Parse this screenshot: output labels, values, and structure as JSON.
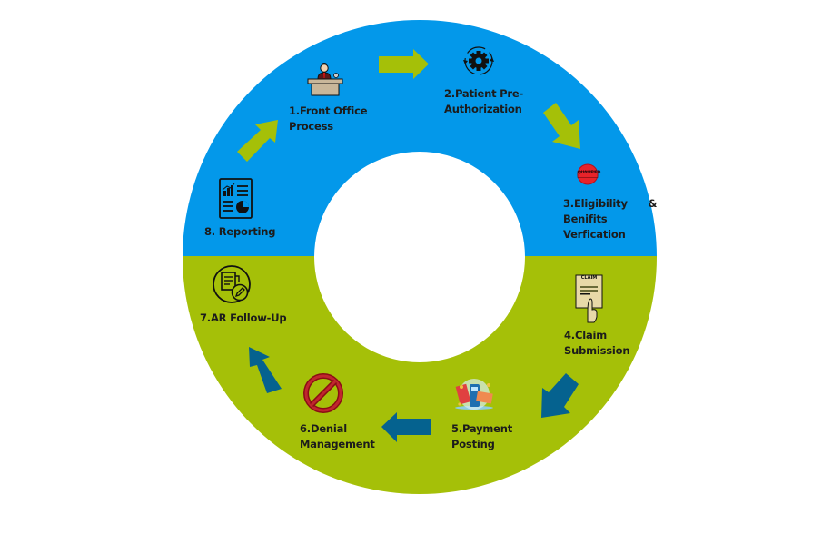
{
  "diagram": {
    "title": "Revenue Cycle Management Process",
    "colors": {
      "top_half": "#0398ea",
      "bottom_half": "#a5c008",
      "arrow_top": "#a5c008",
      "arrow_bottom": "#05628f",
      "center": "#ffffff",
      "text": "#1c1c1c"
    },
    "steps": [
      {
        "number": "1",
        "lines": [
          "1.Front Office",
          "Process"
        ],
        "icon": "front-desk-icon"
      },
      {
        "number": "2",
        "lines": [
          "2.Patient Pre-",
          "Authorization"
        ],
        "icon": "gear-cycle-icon"
      },
      {
        "number": "3",
        "lines": [
          "3.Eligibility      &",
          "Benifits",
          "Verfication"
        ],
        "icon": "qualified-stamp-icon",
        "stamp_text": "QUALIFIED"
      },
      {
        "number": "4",
        "lines": [
          "4.Claim",
          "Submission"
        ],
        "icon": "claim-form-icon",
        "form_text": "CLAIM"
      },
      {
        "number": "5",
        "lines": [
          "5.Payment",
          "Posting"
        ],
        "icon": "payment-terminal-icon"
      },
      {
        "number": "6",
        "lines": [
          "6.Denial",
          "Management"
        ],
        "icon": "prohibited-icon"
      },
      {
        "number": "7",
        "lines": [
          "7.AR Follow-Up"
        ],
        "icon": "document-edit-icon"
      },
      {
        "number": "8",
        "lines": [
          "8. Reporting"
        ],
        "icon": "report-chart-icon"
      }
    ],
    "flow": [
      {
        "from": "1",
        "to": "2",
        "direction": "right"
      },
      {
        "from": "2",
        "to": "3",
        "direction": "down-right"
      },
      {
        "from": "4",
        "to": "5",
        "direction": "down-left"
      },
      {
        "from": "5",
        "to": "6",
        "direction": "left"
      },
      {
        "from": "6",
        "to": "7",
        "direction": "up-left"
      },
      {
        "from": "8",
        "to": "1",
        "direction": "up-right"
      }
    ]
  }
}
